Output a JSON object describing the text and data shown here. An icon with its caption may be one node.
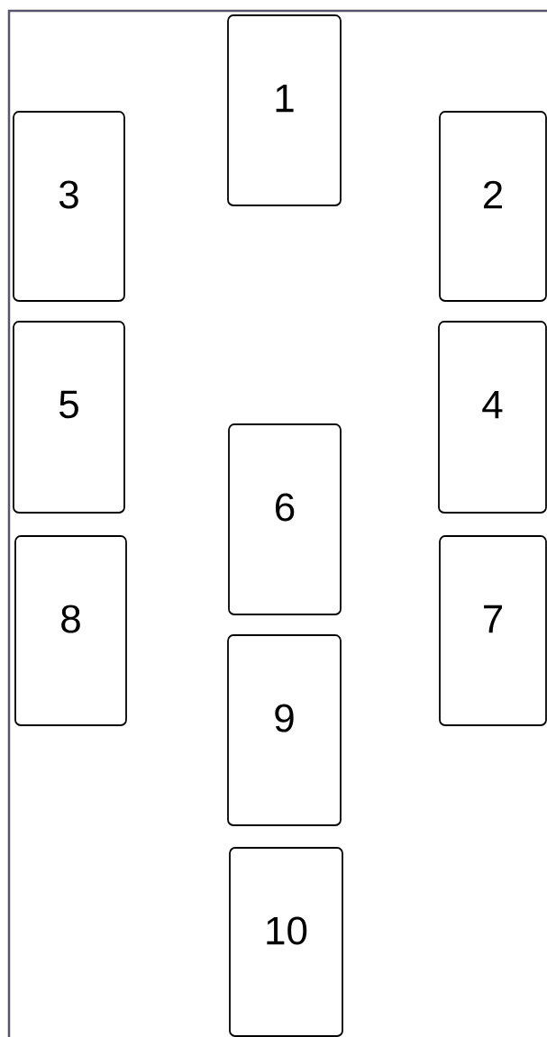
{
  "diagram": {
    "nodes": [
      {
        "text": [
          "1"
        ]
      },
      {
        "text": [
          "3"
        ]
      },
      {
        "text": [
          "2"
        ]
      },
      {
        "text": [
          "5"
        ]
      },
      {
        "text": [
          "4"
        ]
      },
      {
        "text": [
          "6"
        ]
      },
      {
        "text": [
          "8"
        ]
      },
      {
        "text": [
          "7"
        ]
      },
      {
        "text": [
          "9"
        ]
      },
      {
        "text": [
          "10"
        ]
      }
    ]
  }
}
